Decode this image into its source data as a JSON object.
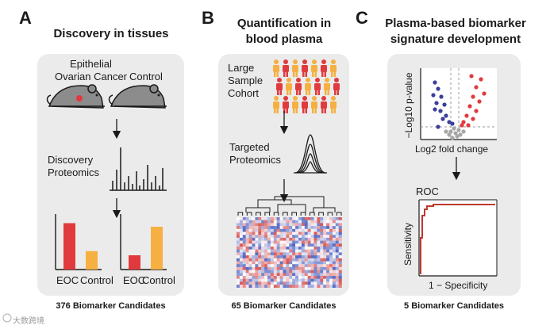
{
  "panels": [
    {
      "letter": "A",
      "title": "Discovery in tissues",
      "labels": {
        "cancer": "Epithelial\nOvarian Cancer",
        "control": "Control",
        "discovery": "Discovery\nProteomics",
        "eoc1": "EOC",
        "control1": "Control",
        "eoc2": "EOC",
        "control2": "Control"
      },
      "footer": "376 Biomarker Candidates",
      "bars": [
        {
          "group": "left",
          "eoc": 0.78,
          "control": 0.31
        },
        {
          "group": "right",
          "eoc": 0.24,
          "control": 0.72
        }
      ]
    },
    {
      "letter": "B",
      "title": "Quantification in\nblood plasma",
      "labels": {
        "cohort": "Large\nSample\nCohort",
        "targeted": "Targeted\nProteomics"
      },
      "footer": "65 Biomarker Candidates"
    },
    {
      "letter": "C",
      "title": "Plasma-based biomarker\nsignature development",
      "labels": {
        "ylabel_volcano": "−Log10 p-value",
        "xlabel_volcano": "Log2 fold change",
        "roc": "ROC",
        "ylabel_roc": "Sensitivity",
        "xlabel_roc": "1 − Specificity"
      },
      "footer": "5 Biomarker Candidates"
    }
  ],
  "colors": {
    "panel_bg": "#ebebeb",
    "red": "#e03a3e",
    "orange": "#f5b041",
    "blue": "#3b3f9a",
    "gray": "#a6a6a6",
    "roc": "#c0392b"
  },
  "watermark": "大数跨境"
}
